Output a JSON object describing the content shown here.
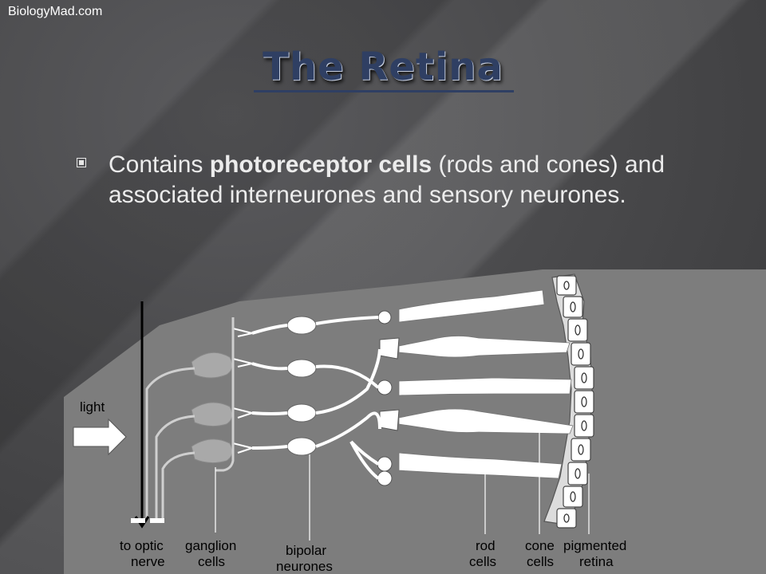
{
  "watermark": "BiologyMad.com",
  "title": "The Retina",
  "bullet": {
    "prefix": "Contains ",
    "bold": "photoreceptor cells",
    "suffix": " (rods and cones) and associated interneurones and sensory neurones."
  },
  "diagram": {
    "light_label": "light",
    "labels": {
      "optic_1": "to optic",
      "optic_2": "nerve",
      "ganglion_1": "ganglion",
      "ganglion_2": "cells",
      "bipolar_1": "bipolar",
      "bipolar_2": "neurones",
      "rod_1": "rod",
      "rod_2": "cells",
      "cone_1": "cone",
      "cone_2": "cells",
      "pig_1": "pigmented",
      "pig_2": "retina"
    }
  },
  "colors": {
    "title": "#2f3f63",
    "text": "#ececec",
    "diagram_bg": "#7a7a7a",
    "cells": "#ffffff"
  }
}
